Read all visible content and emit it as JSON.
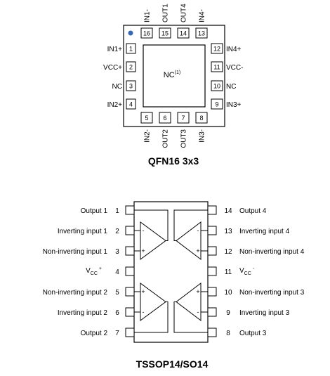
{
  "qfn": {
    "title": "QFN16 3x3",
    "center_label": "NC",
    "center_sup": "(1)",
    "left_pins": [
      {
        "num": "1",
        "label": "IN1+"
      },
      {
        "num": "2",
        "label": "VCC+"
      },
      {
        "num": "3",
        "label": "NC"
      },
      {
        "num": "4",
        "label": "IN2+"
      }
    ],
    "right_pins": [
      {
        "num": "12",
        "label": "IN4+"
      },
      {
        "num": "11",
        "label": "VCC-"
      },
      {
        "num": "10",
        "label": "NC"
      },
      {
        "num": "9",
        "label": "IN3+"
      }
    ],
    "top_pins": [
      {
        "num": "16",
        "label": "IN1-"
      },
      {
        "num": "15",
        "label": "OUT1"
      },
      {
        "num": "14",
        "label": "OUT4"
      },
      {
        "num": "13",
        "label": "IN4-"
      }
    ],
    "bottom_pins": [
      {
        "num": "5",
        "label": "IN2-"
      },
      {
        "num": "6",
        "label": "OUT2"
      },
      {
        "num": "7",
        "label": "OUT3"
      },
      {
        "num": "8",
        "label": "IN3-"
      }
    ]
  },
  "tssop": {
    "title": "TSSOP14/SO14",
    "left_pins": [
      {
        "num": "1",
        "label": "Output 1"
      },
      {
        "num": "2",
        "label": "Inverting input 1"
      },
      {
        "num": "3",
        "label": "Non-inverting input 1"
      },
      {
        "num": "4",
        "label": "V",
        "sub": "CC",
        "sup": "+"
      },
      {
        "num": "5",
        "label": "Non-inverting input 2"
      },
      {
        "num": "6",
        "label": "Inverting input 2"
      },
      {
        "num": "7",
        "label": "Output 2"
      }
    ],
    "right_pins": [
      {
        "num": "14",
        "label": "Output 4"
      },
      {
        "num": "13",
        "label": "Inverting input 4"
      },
      {
        "num": "12",
        "label": "Non-inverting input 4"
      },
      {
        "num": "11",
        "label": "V",
        "sub": "CC",
        "sup": "-"
      },
      {
        "num": "10",
        "label": "Non-inverting input 3"
      },
      {
        "num": "9",
        "label": "Inverting input 3"
      },
      {
        "num": "8",
        "label": "Output 3"
      }
    ],
    "opamp_minus": "-",
    "opamp_plus": "+"
  }
}
